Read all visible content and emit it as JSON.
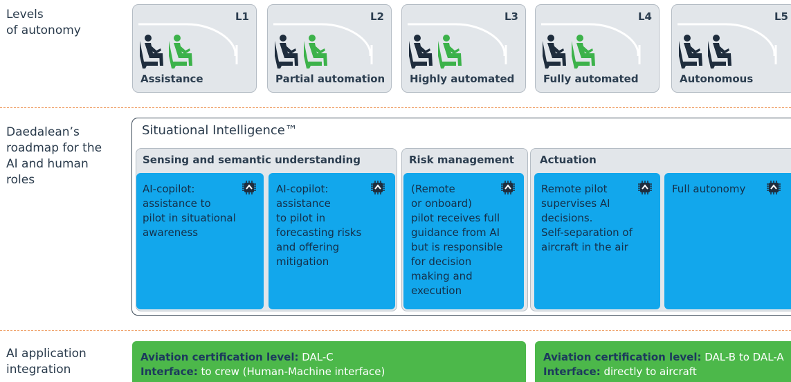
{
  "rows": {
    "levels": "Levels\nof autonomy",
    "roadmap": "Daedalean’s\nroadmap for the\nAI and human\nroles",
    "application": "AI application\nintegration"
  },
  "levels": [
    {
      "level": "L1",
      "name": "Assistance"
    },
    {
      "level": "L2",
      "name": "Partial automation"
    },
    {
      "level": "L3",
      "name": "Highly automated"
    },
    {
      "level": "L4",
      "name": "Fully automated"
    },
    {
      "level": "L5",
      "name": "Autonomous"
    }
  ],
  "situational_intelligence": {
    "title": "Situational Intelligence™",
    "groups": [
      {
        "title": "Sensing and semantic understanding"
      },
      {
        "title": "Risk management"
      },
      {
        "title": "Actuation"
      }
    ],
    "boxes": [
      {
        "text": "AI-copilot:\nassistance to\npilot in situational\nawareness"
      },
      {
        "text": "AI-copilot:\nassistance\nto pilot in\nforecasting risks\nand offering\nmitigation"
      },
      {
        "text": "(Remote\nor onboard)\npilot receives full\nguidance from AI\nbut is responsible\nfor decision\nmaking and\nexecution"
      },
      {
        "text": "Remote pilot\nsupervises AI\ndecisions.\nSelf-separation of\naircraft in the air"
      },
      {
        "text": "Full autonomy"
      }
    ],
    "icon": "ai-chip-icon"
  },
  "application": [
    {
      "cert_label": "Aviation certification level:",
      "cert_value": " DAL-C",
      "iface_label": "Interface:",
      "iface_value": " to crew (Human-Machine interface)"
    },
    {
      "cert_label": "Aviation certification level:",
      "cert_value": " DAL-B to DAL-A",
      "iface_label": "Interface:",
      "iface_value": " directly to aircraft"
    }
  ],
  "colors": {
    "ai_blue": "#12a7ec",
    "human_pilot": "#1f2d3d",
    "ai_pilot": "#3cb24a",
    "divider": "#f0a36b",
    "app_green": "#4cb84a"
  }
}
